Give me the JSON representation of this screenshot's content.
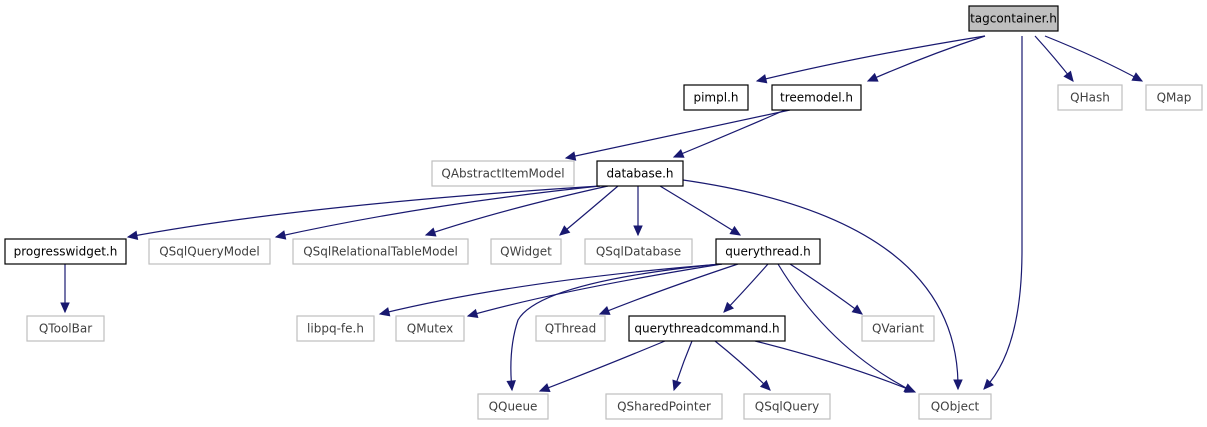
{
  "diagram": {
    "colors": {
      "edge": "#191970",
      "root_fill": "#bfbfbf",
      "internal_border": "#000000",
      "external_border": "#bfbfbf",
      "external_text": "#404040"
    },
    "nodes": [
      {
        "id": "tagcontainer",
        "label": "tagcontainer.h",
        "kind": "root"
      },
      {
        "id": "pimpl",
        "label": "pimpl.h",
        "kind": "internal"
      },
      {
        "id": "treemodel",
        "label": "treemodel.h",
        "kind": "internal"
      },
      {
        "id": "qhash",
        "label": "QHash",
        "kind": "external"
      },
      {
        "id": "qmap",
        "label": "QMap",
        "kind": "external"
      },
      {
        "id": "qabstractitemmodel",
        "label": "QAbstractItemModel",
        "kind": "external"
      },
      {
        "id": "database",
        "label": "database.h",
        "kind": "internal"
      },
      {
        "id": "progresswidget",
        "label": "progresswidget.h",
        "kind": "internal"
      },
      {
        "id": "qsqlquerymodel",
        "label": "QSqlQueryModel",
        "kind": "external"
      },
      {
        "id": "qsqlrelationaltablemodel",
        "label": "QSqlRelationalTableModel",
        "kind": "external"
      },
      {
        "id": "qwidget",
        "label": "QWidget",
        "kind": "external"
      },
      {
        "id": "qsqldatabase",
        "label": "QSqlDatabase",
        "kind": "external"
      },
      {
        "id": "querythread",
        "label": "querythread.h",
        "kind": "internal"
      },
      {
        "id": "qtoolbar",
        "label": "QToolBar",
        "kind": "external"
      },
      {
        "id": "libpq",
        "label": "libpq-fe.h",
        "kind": "external"
      },
      {
        "id": "qmutex",
        "label": "QMutex",
        "kind": "external"
      },
      {
        "id": "qthread",
        "label": "QThread",
        "kind": "external"
      },
      {
        "id": "querythreadcommand",
        "label": "querythreadcommand.h",
        "kind": "internal"
      },
      {
        "id": "qvariant",
        "label": "QVariant",
        "kind": "external"
      },
      {
        "id": "qqueue",
        "label": "QQueue",
        "kind": "external"
      },
      {
        "id": "qsharedpointer",
        "label": "QSharedPointer",
        "kind": "external"
      },
      {
        "id": "qsqlquery",
        "label": "QSqlQuery",
        "kind": "external"
      },
      {
        "id": "qobject",
        "label": "QObject",
        "kind": "external"
      }
    ],
    "edges": [
      {
        "from": "tagcontainer",
        "to": "pimpl"
      },
      {
        "from": "tagcontainer",
        "to": "treemodel"
      },
      {
        "from": "tagcontainer",
        "to": "qhash"
      },
      {
        "from": "tagcontainer",
        "to": "qmap"
      },
      {
        "from": "tagcontainer",
        "to": "qobject"
      },
      {
        "from": "treemodel",
        "to": "qabstractitemmodel"
      },
      {
        "from": "treemodel",
        "to": "database"
      },
      {
        "from": "database",
        "to": "progresswidget"
      },
      {
        "from": "database",
        "to": "qsqlquerymodel"
      },
      {
        "from": "database",
        "to": "qsqlrelationaltablemodel"
      },
      {
        "from": "database",
        "to": "qwidget"
      },
      {
        "from": "database",
        "to": "qsqldatabase"
      },
      {
        "from": "database",
        "to": "querythread"
      },
      {
        "from": "database",
        "to": "qobject"
      },
      {
        "from": "progresswidget",
        "to": "qtoolbar"
      },
      {
        "from": "querythread",
        "to": "libpq"
      },
      {
        "from": "querythread",
        "to": "qmutex"
      },
      {
        "from": "querythread",
        "to": "qqueue"
      },
      {
        "from": "querythread",
        "to": "qthread"
      },
      {
        "from": "querythread",
        "to": "querythreadcommand"
      },
      {
        "from": "querythread",
        "to": "qvariant"
      },
      {
        "from": "querythread",
        "to": "qobject"
      },
      {
        "from": "querythreadcommand",
        "to": "qqueue"
      },
      {
        "from": "querythreadcommand",
        "to": "qsharedpointer"
      },
      {
        "from": "querythreadcommand",
        "to": "qsqlquery"
      },
      {
        "from": "querythreadcommand",
        "to": "qobject"
      }
    ]
  }
}
